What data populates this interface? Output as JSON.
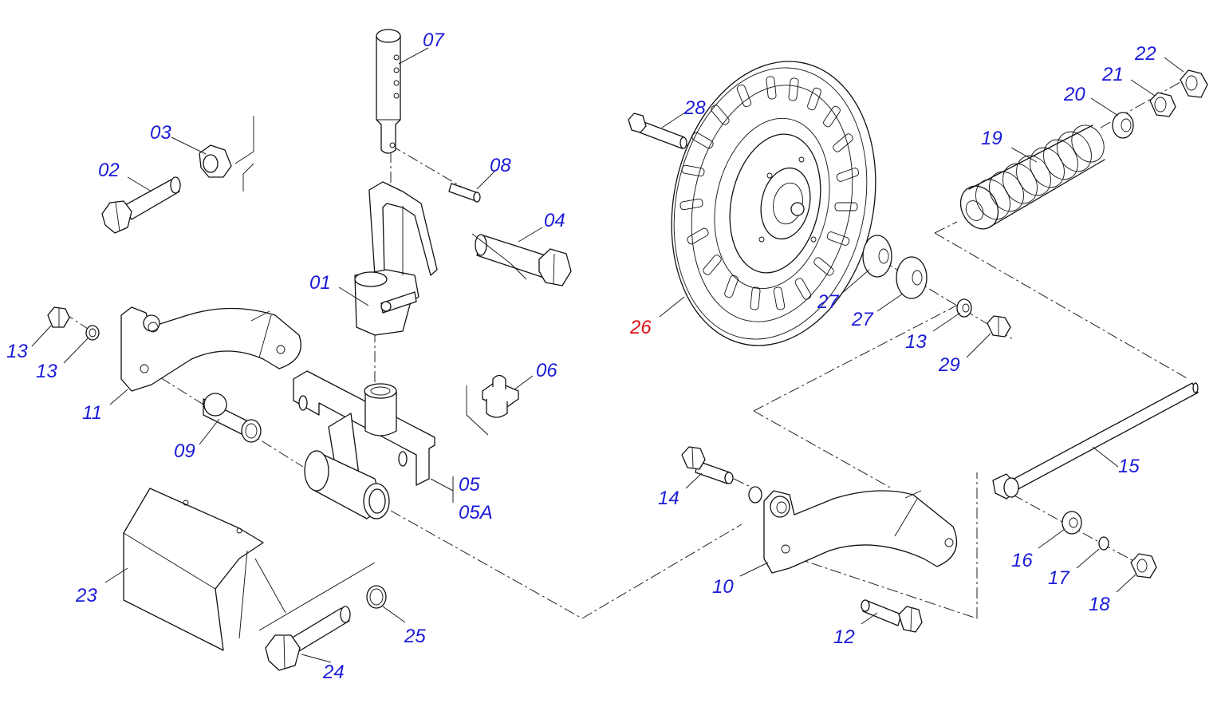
{
  "diagram": {
    "callouts": [
      {
        "id": "01",
        "text": "01"
      },
      {
        "id": "02",
        "text": "02"
      },
      {
        "id": "03",
        "text": "03"
      },
      {
        "id": "04",
        "text": "04"
      },
      {
        "id": "05",
        "text": "05"
      },
      {
        "id": "05A",
        "text": "05A"
      },
      {
        "id": "06",
        "text": "06"
      },
      {
        "id": "07",
        "text": "07"
      },
      {
        "id": "08",
        "text": "08"
      },
      {
        "id": "09",
        "text": "09"
      },
      {
        "id": "10",
        "text": "10"
      },
      {
        "id": "11",
        "text": "11"
      },
      {
        "id": "12",
        "text": "12"
      },
      {
        "id": "13a",
        "text": "13"
      },
      {
        "id": "13b",
        "text": "13"
      },
      {
        "id": "14",
        "text": "14"
      },
      {
        "id": "15",
        "text": "15"
      },
      {
        "id": "16",
        "text": "16"
      },
      {
        "id": "17",
        "text": "17"
      },
      {
        "id": "18",
        "text": "18"
      },
      {
        "id": "19",
        "text": "19"
      },
      {
        "id": "20",
        "text": "20"
      },
      {
        "id": "21",
        "text": "21"
      },
      {
        "id": "22a",
        "text": "22"
      },
      {
        "id": "22b",
        "text": "22"
      },
      {
        "id": "23",
        "text": "23"
      },
      {
        "id": "24",
        "text": "24"
      },
      {
        "id": "25",
        "text": "25"
      },
      {
        "id": "26",
        "text": "26",
        "highlight": true
      },
      {
        "id": "27a",
        "text": "27"
      },
      {
        "id": "27b",
        "text": "27"
      },
      {
        "id": "28",
        "text": "28"
      },
      {
        "id": "29",
        "text": "29"
      }
    ],
    "colors": {
      "callout": "#1a1ad8",
      "callout_highlight": "#e01010",
      "line": "#111111"
    }
  }
}
